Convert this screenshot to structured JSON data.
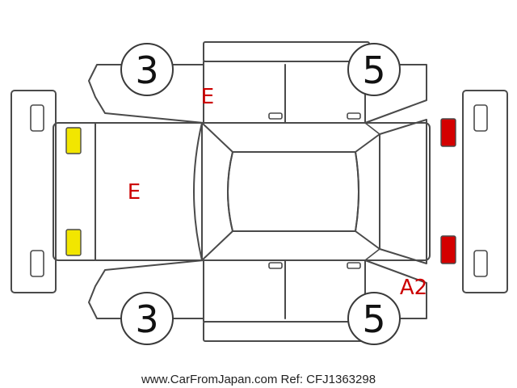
{
  "tires": {
    "front_left": "3",
    "front_right": "3",
    "rear_left": "5",
    "rear_right": "5"
  },
  "damage_marks": {
    "side_top": "E",
    "hood": "E",
    "rear_bottom": "A2"
  },
  "footer": "www.CarFromJapan.com Ref: CFJ1363298",
  "colors": {
    "outline": "#4a4a4a",
    "mark": "#cc0000",
    "headlight": "#f2e600",
    "taillight": "#d40000"
  }
}
